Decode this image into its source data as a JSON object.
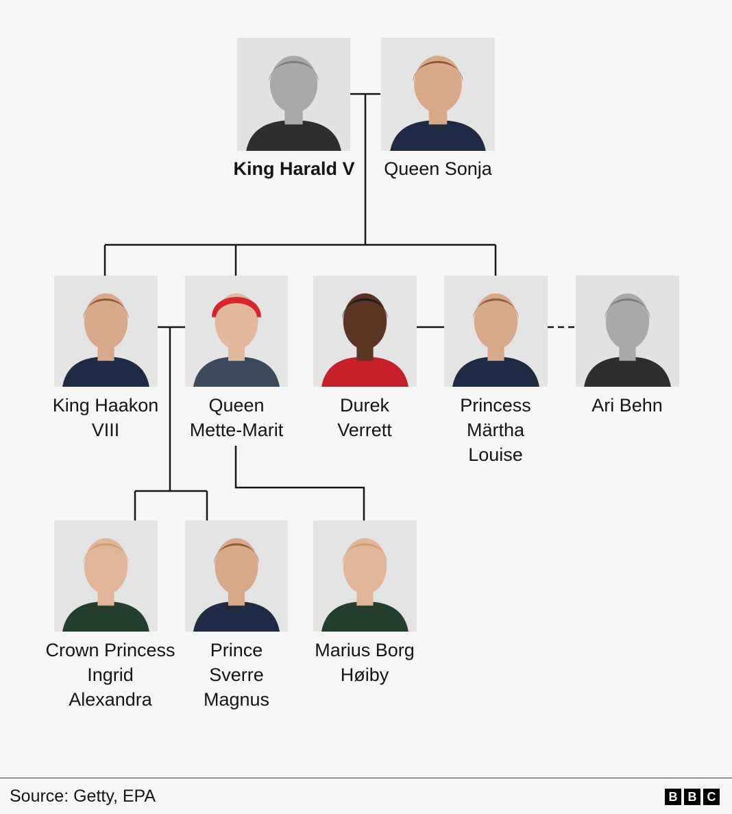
{
  "people": {
    "harald": {
      "name_lines": [
        "King Harald V"
      ],
      "bold": true,
      "tone": "grey"
    },
    "sonja": {
      "name_lines": [
        "Queen Sonja"
      ],
      "bold": false,
      "tone": "warm"
    },
    "haakon": {
      "name_lines": [
        "King Haakon",
        "VIII"
      ],
      "bold": false,
      "tone": "warm"
    },
    "mette": {
      "name_lines": [
        "Queen",
        "Mette-Marit"
      ],
      "bold": false,
      "tone": "blonde-red"
    },
    "durek": {
      "name_lines": [
        "Durek",
        "Verrett"
      ],
      "bold": false,
      "tone": "dark"
    },
    "martha": {
      "name_lines": [
        "Princess",
        "Märtha",
        "Louise"
      ],
      "bold": false,
      "tone": "warm"
    },
    "ari": {
      "name_lines": [
        "Ari Behn"
      ],
      "bold": false,
      "tone": "grey"
    },
    "ingrid": {
      "name_lines": [
        "Crown Princess",
        "Ingrid",
        "Alexandra"
      ],
      "bold": false,
      "tone": "blonde"
    },
    "sverre": {
      "name_lines": [
        "Prince",
        "Sverre",
        "Magnus"
      ],
      "bold": false,
      "tone": "warm"
    },
    "marius": {
      "name_lines": [
        "Marius Borg",
        "Høiby"
      ],
      "bold": false,
      "tone": "blonde"
    }
  },
  "footer": {
    "source": "Source: Getty, EPA",
    "logo_letters": [
      "B",
      "B",
      "C"
    ]
  },
  "colors": {
    "background": "#f6f6f6",
    "line": "#141414",
    "photo_bg": "#e4e4e4"
  }
}
